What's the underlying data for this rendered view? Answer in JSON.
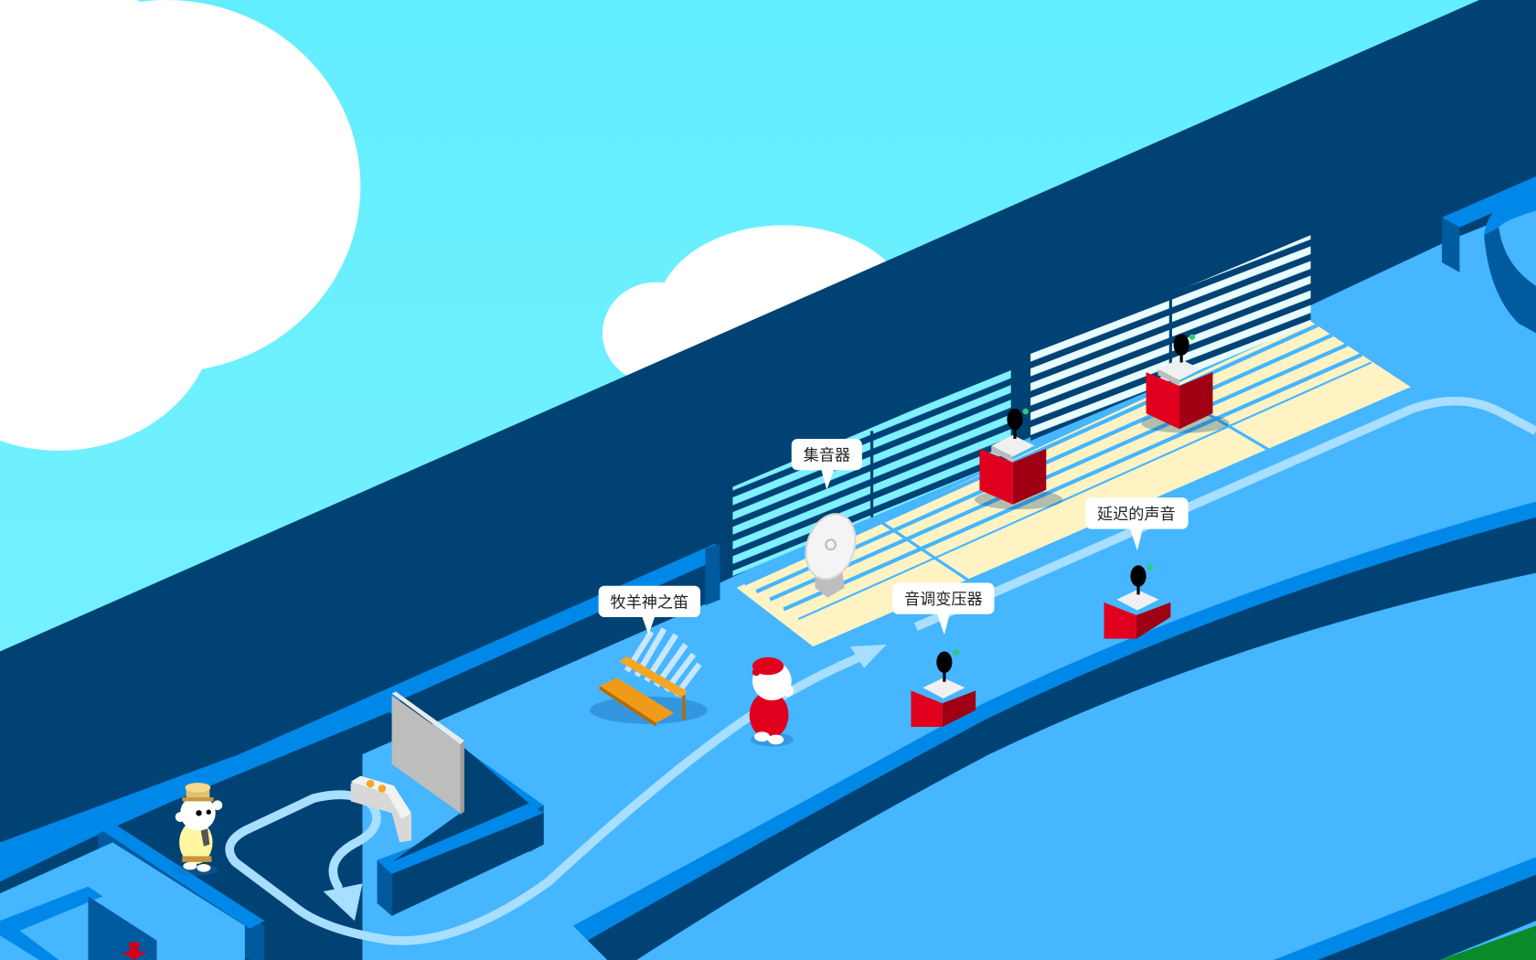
{
  "labels": {
    "collector": "集音器",
    "pan_flute": "牧羊神之笛",
    "pitch_transformer": "音调变压器",
    "delayed_sound": "延迟的声音"
  },
  "colors": {
    "sky": "#62EEFF",
    "wall_dark": "#004274",
    "floor": "#45B6FF",
    "rail": "#0088E8",
    "path": "#A8DEFF",
    "beige": "#FFF3C4",
    "cube_red": "#D0001A"
  }
}
